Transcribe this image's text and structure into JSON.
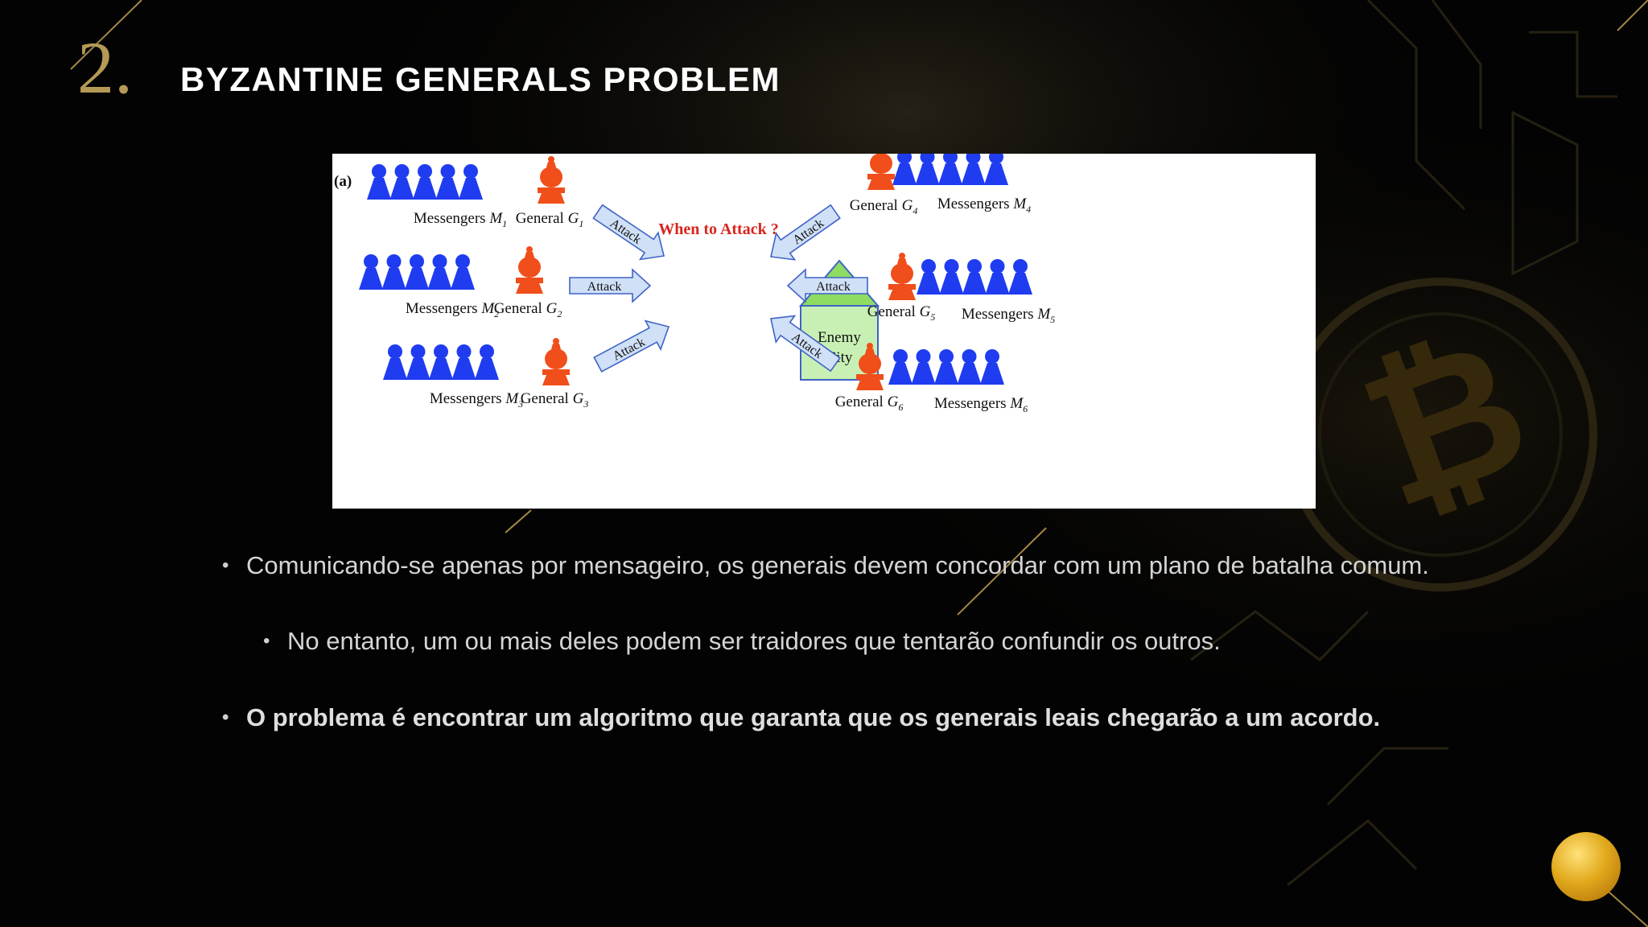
{
  "slide": {
    "number": "2.",
    "title": "BYZANTINE GENERALS PROBLEM"
  },
  "diagram": {
    "panel_label": "(a)",
    "question": "When to Attack ?",
    "city": {
      "line1": "Enemy",
      "line2": "City"
    },
    "arrow_label": "Attack",
    "groups": [
      {
        "general": "General",
        "general_sub": "1",
        "messengers": "Messengers",
        "messengers_sub": "1"
      },
      {
        "general": "General",
        "general_sub": "2",
        "messengers": "Messengers",
        "messengers_sub": "2"
      },
      {
        "general": "General",
        "general_sub": "3",
        "messengers": "Messengers",
        "messengers_sub": "3"
      },
      {
        "general": "General",
        "general_sub": "4",
        "messengers": "Messengers",
        "messengers_sub": "4"
      },
      {
        "general": "General",
        "general_sub": "5",
        "messengers": "Messengers",
        "messengers_sub": "5"
      },
      {
        "general": "General",
        "general_sub": "6",
        "messengers": "Messengers",
        "messengers_sub": "6"
      }
    ],
    "colors": {
      "messenger": "#1f3cf0",
      "general": "#f04e1a",
      "city": "#c8f0b4",
      "arrow": "#cfe0f7",
      "question": "#d8241e"
    }
  },
  "bullets": [
    {
      "text": "Comunicando-se apenas por mensageiro, os generais devem concordar com um plano de batalha comum."
    },
    {
      "text": "No entanto, um ou mais deles podem ser traidores que tentarão confundir os outros."
    },
    {
      "text": "O problema é encontrar um algoritmo que garanta que os generais leais chegarão a um acordo."
    }
  ],
  "theme": {
    "accent": "#b59a55",
    "background": "#030303"
  }
}
